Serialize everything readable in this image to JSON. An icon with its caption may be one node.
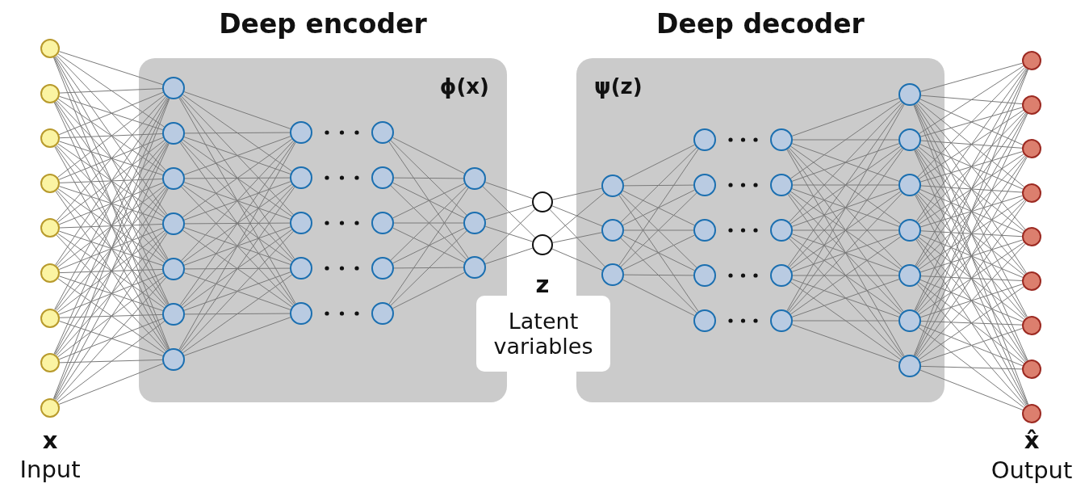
{
  "diagram": {
    "nodes": [
      {
        "text": [],
        "shape": "circle"
      },
      {
        "text": [],
        "shape": "circle"
      },
      {
        "text": [],
        "shape": "circle"
      },
      {
        "text": [],
        "shape": "circle"
      },
      {
        "text": [],
        "shape": "circle"
      },
      {
        "text": [],
        "shape": "circle"
      },
      {
        "text": [],
        "shape": "circle"
      },
      {
        "text": [],
        "shape": "circle"
      },
      {
        "text": [],
        "shape": "circle"
      },
      {
        "text": [
          "Deep encoder",
          "ϕ(x)"
        ]
      },
      {
        "text": [],
        "shape": "circle",
        "in": 9
      },
      {
        "text": [],
        "shape": "circle",
        "in": 9
      },
      {
        "text": [],
        "shape": "circle",
        "in": 9
      },
      {
        "text": [],
        "shape": "circle",
        "in": 9
      },
      {
        "text": [],
        "shape": "circle",
        "in": 9
      },
      {
        "text": [],
        "shape": "circle",
        "in": 9
      },
      {
        "text": [],
        "shape": "circle",
        "in": 9
      },
      {
        "text": [],
        "shape": "circle",
        "in": 9
      },
      {
        "text": [],
        "shape": "circle",
        "in": 9
      },
      {
        "text": [],
        "shape": "circle",
        "in": 9
      },
      {
        "text": [],
        "shape": "circle",
        "in": 9
      },
      {
        "text": [],
        "shape": "circle",
        "in": 9
      },
      {
        "text": [],
        "shape": "circle",
        "in": 9
      },
      {
        "text": [],
        "shape": "circle",
        "in": 9
      },
      {
        "text": [],
        "shape": "circle",
        "in": 9
      },
      {
        "text": [],
        "shape": "circle",
        "in": 9
      },
      {
        "text": [],
        "shape": "circle",
        "in": 9
      },
      {
        "text": [],
        "shape": "circle",
        "in": 9
      },
      {
        "text": [],
        "shape": "circle",
        "in": 9
      },
      {
        "text": [],
        "shape": "circle",
        "in": 9
      },
      {
        "text": [],
        "shape": "circle"
      },
      {
        "text": [],
        "shape": "circle"
      },
      {
        "text": [
          "Latent variables"
        ]
      },
      {
        "text": [
          "Deep decoder",
          "ψ(z)"
        ]
      },
      {
        "text": [],
        "shape": "circle",
        "in": 33
      },
      {
        "text": [],
        "shape": "circle",
        "in": 33
      },
      {
        "text": [],
        "shape": "circle",
        "in": 33
      },
      {
        "text": [],
        "shape": "circle",
        "in": 33
      },
      {
        "text": [],
        "shape": "circle",
        "in": 33
      },
      {
        "text": [],
        "shape": "circle",
        "in": 33
      },
      {
        "text": [],
        "shape": "circle",
        "in": 33
      },
      {
        "text": [],
        "shape": "circle",
        "in": 33
      },
      {
        "text": [],
        "shape": "circle",
        "in": 33
      },
      {
        "text": [],
        "shape": "circle",
        "in": 33
      },
      {
        "text": [],
        "shape": "circle",
        "in": 33
      },
      {
        "text": [],
        "shape": "circle",
        "in": 33
      },
      {
        "text": [],
        "shape": "circle",
        "in": 33
      },
      {
        "text": [],
        "shape": "circle",
        "in": 33
      },
      {
        "text": [],
        "shape": "circle",
        "in": 33
      },
      {
        "text": [],
        "shape": "circle",
        "in": 33
      },
      {
        "text": [],
        "shape": "circle",
        "in": 33
      },
      {
        "text": [],
        "shape": "circle",
        "in": 33
      },
      {
        "text": [],
        "shape": "circle",
        "in": 33
      },
      {
        "text": [],
        "shape": "circle",
        "in": 33
      },
      {
        "text": [],
        "shape": "circle"
      },
      {
        "text": [],
        "shape": "circle"
      },
      {
        "text": [],
        "shape": "circle"
      },
      {
        "text": [],
        "shape": "circle"
      },
      {
        "text": [],
        "shape": "circle"
      },
      {
        "text": [],
        "shape": "circle"
      },
      {
        "text": [],
        "shape": "circle"
      },
      {
        "text": [],
        "shape": "circle"
      },
      {
        "text": [],
        "shape": "circle"
      }
    ],
    "edges": [
      {
        "from": 0,
        "to": 10,
        "arrow": "none"
      },
      {
        "from": 0,
        "to": 11,
        "arrow": "none"
      },
      {
        "from": 0,
        "to": 12,
        "arrow": "none"
      },
      {
        "from": 0,
        "to": 13,
        "arrow": "none"
      },
      {
        "from": 0,
        "to": 14,
        "arrow": "none"
      },
      {
        "from": 0,
        "to": 15,
        "arrow": "none"
      },
      {
        "from": 0,
        "to": 16,
        "arrow": "none"
      },
      {
        "from": 1,
        "to": 10,
        "arrow": "none"
      },
      {
        "from": 1,
        "to": 11,
        "arrow": "none"
      },
      {
        "from": 1,
        "to": 12,
        "arrow": "none"
      },
      {
        "from": 1,
        "to": 13,
        "arrow": "none"
      },
      {
        "from": 1,
        "to": 14,
        "arrow": "none"
      },
      {
        "from": 1,
        "to": 15,
        "arrow": "none"
      },
      {
        "from": 1,
        "to": 16,
        "arrow": "none"
      },
      {
        "from": 2,
        "to": 10,
        "arrow": "none"
      },
      {
        "from": 2,
        "to": 11,
        "arrow": "none"
      },
      {
        "from": 2,
        "to": 12,
        "arrow": "none"
      },
      {
        "from": 2,
        "to": 13,
        "arrow": "none"
      },
      {
        "from": 2,
        "to": 14,
        "arrow": "none"
      },
      {
        "from": 2,
        "to": 15,
        "arrow": "none"
      },
      {
        "from": 2,
        "to": 16,
        "arrow": "none"
      },
      {
        "from": 3,
        "to": 10,
        "arrow": "none"
      },
      {
        "from": 3,
        "to": 11,
        "arrow": "none"
      },
      {
        "from": 3,
        "to": 12,
        "arrow": "none"
      },
      {
        "from": 3,
        "to": 13,
        "arrow": "none"
      },
      {
        "from": 3,
        "to": 14,
        "arrow": "none"
      },
      {
        "from": 3,
        "to": 15,
        "arrow": "none"
      },
      {
        "from": 3,
        "to": 16,
        "arrow": "none"
      },
      {
        "from": 4,
        "to": 10,
        "arrow": "none"
      },
      {
        "from": 4,
        "to": 11,
        "arrow": "none"
      },
      {
        "from": 4,
        "to": 12,
        "arrow": "none"
      },
      {
        "from": 4,
        "to": 13,
        "arrow": "none"
      },
      {
        "from": 4,
        "to": 14,
        "arrow": "none"
      },
      {
        "from": 4,
        "to": 15,
        "arrow": "none"
      },
      {
        "from": 4,
        "to": 16,
        "arrow": "none"
      },
      {
        "from": 5,
        "to": 10,
        "arrow": "none"
      },
      {
        "from": 5,
        "to": 11,
        "arrow": "none"
      },
      {
        "from": 5,
        "to": 12,
        "arrow": "none"
      },
      {
        "from": 5,
        "to": 13,
        "arrow": "none"
      },
      {
        "from": 5,
        "to": 14,
        "arrow": "none"
      },
      {
        "from": 5,
        "to": 15,
        "arrow": "none"
      },
      {
        "from": 5,
        "to": 16,
        "arrow": "none"
      },
      {
        "from": 6,
        "to": 10,
        "arrow": "none"
      },
      {
        "from": 6,
        "to": 11,
        "arrow": "none"
      },
      {
        "from": 6,
        "to": 12,
        "arrow": "none"
      },
      {
        "from": 6,
        "to": 13,
        "arrow": "none"
      },
      {
        "from": 6,
        "to": 14,
        "arrow": "none"
      },
      {
        "from": 6,
        "to": 15,
        "arrow": "none"
      },
      {
        "from": 6,
        "to": 16,
        "arrow": "none"
      },
      {
        "from": 7,
        "to": 10,
        "arrow": "none"
      },
      {
        "from": 7,
        "to": 11,
        "arrow": "none"
      },
      {
        "from": 7,
        "to": 12,
        "arrow": "none"
      },
      {
        "from": 7,
        "to": 13,
        "arrow": "none"
      },
      {
        "from": 7,
        "to": 14,
        "arrow": "none"
      },
      {
        "from": 7,
        "to": 15,
        "arrow": "none"
      },
      {
        "from": 7,
        "to": 16,
        "arrow": "none"
      },
      {
        "from": 8,
        "to": 10,
        "arrow": "none"
      },
      {
        "from": 8,
        "to": 11,
        "arrow": "none"
      },
      {
        "from": 8,
        "to": 12,
        "arrow": "none"
      },
      {
        "from": 8,
        "to": 13,
        "arrow": "none"
      },
      {
        "from": 8,
        "to": 14,
        "arrow": "none"
      },
      {
        "from": 8,
        "to": 15,
        "arrow": "none"
      },
      {
        "from": 8,
        "to": 16,
        "arrow": "none"
      },
      {
        "from": 10,
        "to": 17,
        "arrow": "none"
      },
      {
        "from": 10,
        "to": 18,
        "arrow": "none"
      },
      {
        "from": 10,
        "to": 19,
        "arrow": "none"
      },
      {
        "from": 10,
        "to": 20,
        "arrow": "none"
      },
      {
        "from": 10,
        "to": 21,
        "arrow": "none"
      },
      {
        "from": 11,
        "to": 17,
        "arrow": "none"
      },
      {
        "from": 11,
        "to": 18,
        "arrow": "none"
      },
      {
        "from": 11,
        "to": 19,
        "arrow": "none"
      },
      {
        "from": 11,
        "to": 20,
        "arrow": "none"
      },
      {
        "from": 11,
        "to": 21,
        "arrow": "none"
      },
      {
        "from": 12,
        "to": 17,
        "arrow": "none"
      },
      {
        "from": 12,
        "to": 18,
        "arrow": "none"
      },
      {
        "from": 12,
        "to": 19,
        "arrow": "none"
      },
      {
        "from": 12,
        "to": 20,
        "arrow": "none"
      },
      {
        "from": 12,
        "to": 21,
        "arrow": "none"
      },
      {
        "from": 13,
        "to": 17,
        "arrow": "none"
      },
      {
        "from": 13,
        "to": 18,
        "arrow": "none"
      },
      {
        "from": 13,
        "to": 19,
        "arrow": "none"
      },
      {
        "from": 13,
        "to": 20,
        "arrow": "none"
      },
      {
        "from": 13,
        "to": 21,
        "arrow": "none"
      },
      {
        "from": 14,
        "to": 17,
        "arrow": "none"
      },
      {
        "from": 14,
        "to": 18,
        "arrow": "none"
      },
      {
        "from": 14,
        "to": 19,
        "arrow": "none"
      },
      {
        "from": 14,
        "to": 20,
        "arrow": "none"
      },
      {
        "from": 14,
        "to": 21,
        "arrow": "none"
      },
      {
        "from": 15,
        "to": 17,
        "arrow": "none"
      },
      {
        "from": 15,
        "to": 18,
        "arrow": "none"
      },
      {
        "from": 15,
        "to": 19,
        "arrow": "none"
      },
      {
        "from": 15,
        "to": 20,
        "arrow": "none"
      },
      {
        "from": 15,
        "to": 21,
        "arrow": "none"
      },
      {
        "from": 16,
        "to": 17,
        "arrow": "none"
      },
      {
        "from": 16,
        "to": 18,
        "arrow": "none"
      },
      {
        "from": 16,
        "to": 19,
        "arrow": "none"
      },
      {
        "from": 16,
        "to": 20,
        "arrow": "none"
      },
      {
        "from": 16,
        "to": 21,
        "arrow": "none"
      },
      {
        "from": 22,
        "to": 27,
        "arrow": "none"
      },
      {
        "from": 22,
        "to": 28,
        "arrow": "none"
      },
      {
        "from": 22,
        "to": 29,
        "arrow": "none"
      },
      {
        "from": 23,
        "to": 27,
        "arrow": "none"
      },
      {
        "from": 23,
        "to": 28,
        "arrow": "none"
      },
      {
        "from": 23,
        "to": 29,
        "arrow": "none"
      },
      {
        "from": 24,
        "to": 27,
        "arrow": "none"
      },
      {
        "from": 24,
        "to": 28,
        "arrow": "none"
      },
      {
        "from": 24,
        "to": 29,
        "arrow": "none"
      },
      {
        "from": 25,
        "to": 27,
        "arrow": "none"
      },
      {
        "from": 25,
        "to": 28,
        "arrow": "none"
      },
      {
        "from": 25,
        "to": 29,
        "arrow": "none"
      },
      {
        "from": 26,
        "to": 27,
        "arrow": "none"
      },
      {
        "from": 26,
        "to": 28,
        "arrow": "none"
      },
      {
        "from": 26,
        "to": 29,
        "arrow": "none"
      },
      {
        "from": 27,
        "to": 30,
        "arrow": "none"
      },
      {
        "from": 27,
        "to": 31,
        "arrow": "none"
      },
      {
        "from": 28,
        "to": 30,
        "arrow": "none"
      },
      {
        "from": 28,
        "to": 31,
        "arrow": "none"
      },
      {
        "from": 29,
        "to": 30,
        "arrow": "none"
      },
      {
        "from": 29,
        "to": 31,
        "arrow": "none"
      },
      {
        "from": 30,
        "to": 34,
        "arrow": "none"
      },
      {
        "from": 30,
        "to": 35,
        "arrow": "none"
      },
      {
        "from": 30,
        "to": 36,
        "arrow": "none"
      },
      {
        "from": 31,
        "to": 34,
        "arrow": "none"
      },
      {
        "from": 31,
        "to": 35,
        "arrow": "none"
      },
      {
        "from": 31,
        "to": 36,
        "arrow": "none"
      },
      {
        "from": 34,
        "to": 37,
        "arrow": "none"
      },
      {
        "from": 34,
        "to": 38,
        "arrow": "none"
      },
      {
        "from": 34,
        "to": 39,
        "arrow": "none"
      },
      {
        "from": 34,
        "to": 40,
        "arrow": "none"
      },
      {
        "from": 34,
        "to": 41,
        "arrow": "none"
      },
      {
        "from": 35,
        "to": 37,
        "arrow": "none"
      },
      {
        "from": 35,
        "to": 38,
        "arrow": "none"
      },
      {
        "from": 35,
        "to": 39,
        "arrow": "none"
      },
      {
        "from": 35,
        "to": 40,
        "arrow": "none"
      },
      {
        "from": 35,
        "to": 41,
        "arrow": "none"
      },
      {
        "from": 36,
        "to": 37,
        "arrow": "none"
      },
      {
        "from": 36,
        "to": 38,
        "arrow": "none"
      },
      {
        "from": 36,
        "to": 39,
        "arrow": "none"
      },
      {
        "from": 36,
        "to": 40,
        "arrow": "none"
      },
      {
        "from": 36,
        "to": 41,
        "arrow": "none"
      },
      {
        "from": 42,
        "to": 47,
        "arrow": "none"
      },
      {
        "from": 42,
        "to": 48,
        "arrow": "none"
      },
      {
        "from": 42,
        "to": 49,
        "arrow": "none"
      },
      {
        "from": 42,
        "to": 50,
        "arrow": "none"
      },
      {
        "from": 42,
        "to": 51,
        "arrow": "none"
      },
      {
        "from": 42,
        "to": 52,
        "arrow": "none"
      },
      {
        "from": 42,
        "to": 53,
        "arrow": "none"
      },
      {
        "from": 43,
        "to": 47,
        "arrow": "none"
      },
      {
        "from": 43,
        "to": 48,
        "arrow": "none"
      },
      {
        "from": 43,
        "to": 49,
        "arrow": "none"
      },
      {
        "from": 43,
        "to": 50,
        "arrow": "none"
      },
      {
        "from": 43,
        "to": 51,
        "arrow": "none"
      },
      {
        "from": 43,
        "to": 52,
        "arrow": "none"
      },
      {
        "from": 43,
        "to": 53,
        "arrow": "none"
      },
      {
        "from": 44,
        "to": 47,
        "arrow": "none"
      },
      {
        "from": 44,
        "to": 48,
        "arrow": "none"
      },
      {
        "from": 44,
        "to": 49,
        "arrow": "none"
      },
      {
        "from": 44,
        "to": 50,
        "arrow": "none"
      },
      {
        "from": 44,
        "to": 51,
        "arrow": "none"
      },
      {
        "from": 44,
        "to": 52,
        "arrow": "none"
      },
      {
        "from": 44,
        "to": 53,
        "arrow": "none"
      },
      {
        "from": 45,
        "to": 47,
        "arrow": "none"
      },
      {
        "from": 45,
        "to": 48,
        "arrow": "none"
      },
      {
        "from": 45,
        "to": 49,
        "arrow": "none"
      },
      {
        "from": 45,
        "to": 50,
        "arrow": "none"
      },
      {
        "from": 45,
        "to": 51,
        "arrow": "none"
      },
      {
        "from": 45,
        "to": 52,
        "arrow": "none"
      },
      {
        "from": 45,
        "to": 53,
        "arrow": "none"
      },
      {
        "from": 46,
        "to": 47,
        "arrow": "none"
      },
      {
        "from": 46,
        "to": 48,
        "arrow": "none"
      },
      {
        "from": 46,
        "to": 49,
        "arrow": "none"
      },
      {
        "from": 46,
        "to": 50,
        "arrow": "none"
      },
      {
        "from": 46,
        "to": 51,
        "arrow": "none"
      },
      {
        "from": 46,
        "to": 52,
        "arrow": "none"
      },
      {
        "from": 46,
        "to": 53,
        "arrow": "none"
      },
      {
        "from": 47,
        "to": 54,
        "arrow": "none"
      },
      {
        "from": 47,
        "to": 55,
        "arrow": "none"
      },
      {
        "from": 47,
        "to": 56,
        "arrow": "none"
      },
      {
        "from": 47,
        "to": 57,
        "arrow": "none"
      },
      {
        "from": 47,
        "to": 58,
        "arrow": "none"
      },
      {
        "from": 47,
        "to": 59,
        "arrow": "none"
      },
      {
        "from": 47,
        "to": 60,
        "arrow": "none"
      },
      {
        "from": 47,
        "to": 61,
        "arrow": "none"
      },
      {
        "from": 47,
        "to": 62,
        "arrow": "none"
      },
      {
        "from": 48,
        "to": 54,
        "arrow": "none"
      },
      {
        "from": 48,
        "to": 55,
        "arrow": "none"
      },
      {
        "from": 48,
        "to": 56,
        "arrow": "none"
      },
      {
        "from": 48,
        "to": 57,
        "arrow": "none"
      },
      {
        "from": 48,
        "to": 58,
        "arrow": "none"
      },
      {
        "from": 48,
        "to": 59,
        "arrow": "none"
      },
      {
        "from": 48,
        "to": 60,
        "arrow": "none"
      },
      {
        "from": 48,
        "to": 61,
        "arrow": "none"
      },
      {
        "from": 48,
        "to": 62,
        "arrow": "none"
      },
      {
        "from": 49,
        "to": 54,
        "arrow": "none"
      },
      {
        "from": 49,
        "to": 55,
        "arrow": "none"
      },
      {
        "from": 49,
        "to": 56,
        "arrow": "none"
      },
      {
        "from": 49,
        "to": 57,
        "arrow": "none"
      },
      {
        "from": 49,
        "to": 58,
        "arrow": "none"
      },
      {
        "from": 49,
        "to": 59,
        "arrow": "none"
      },
      {
        "from": 49,
        "to": 60,
        "arrow": "none"
      },
      {
        "from": 49,
        "to": 61,
        "arrow": "none"
      },
      {
        "from": 49,
        "to": 62,
        "arrow": "none"
      },
      {
        "from": 50,
        "to": 54,
        "arrow": "none"
      },
      {
        "from": 50,
        "to": 55,
        "arrow": "none"
      },
      {
        "from": 50,
        "to": 56,
        "arrow": "none"
      },
      {
        "from": 50,
        "to": 57,
        "arrow": "none"
      },
      {
        "from": 50,
        "to": 58,
        "arrow": "none"
      },
      {
        "from": 50,
        "to": 59,
        "arrow": "none"
      },
      {
        "from": 50,
        "to": 60,
        "arrow": "none"
      },
      {
        "from": 50,
        "to": 61,
        "arrow": "none"
      },
      {
        "from": 50,
        "to": 62,
        "arrow": "none"
      },
      {
        "from": 51,
        "to": 54,
        "arrow": "none"
      },
      {
        "from": 51,
        "to": 55,
        "arrow": "none"
      },
      {
        "from": 51,
        "to": 56,
        "arrow": "none"
      },
      {
        "from": 51,
        "to": 57,
        "arrow": "none"
      },
      {
        "from": 51,
        "to": 58,
        "arrow": "none"
      },
      {
        "from": 51,
        "to": 59,
        "arrow": "none"
      },
      {
        "from": 51,
        "to": 60,
        "arrow": "none"
      },
      {
        "from": 51,
        "to": 61,
        "arrow": "none"
      },
      {
        "from": 51,
        "to": 62,
        "arrow": "none"
      },
      {
        "from": 52,
        "to": 54,
        "arrow": "none"
      },
      {
        "from": 52,
        "to": 55,
        "arrow": "none"
      },
      {
        "from": 52,
        "to": 56,
        "arrow": "none"
      },
      {
        "from": 52,
        "to": 57,
        "arrow": "none"
      },
      {
        "from": 52,
        "to": 58,
        "arrow": "none"
      },
      {
        "from": 52,
        "to": 59,
        "arrow": "none"
      },
      {
        "from": 52,
        "to": 60,
        "arrow": "none"
      },
      {
        "from": 52,
        "to": 61,
        "arrow": "none"
      },
      {
        "from": 52,
        "to": 62,
        "arrow": "none"
      },
      {
        "from": 53,
        "to": 54,
        "arrow": "none"
      },
      {
        "from": 53,
        "to": 55,
        "arrow": "none"
      },
      {
        "from": 53,
        "to": 56,
        "arrow": "none"
      },
      {
        "from": 53,
        "to": 57,
        "arrow": "none"
      },
      {
        "from": 53,
        "to": 58,
        "arrow": "none"
      },
      {
        "from": 53,
        "to": 59,
        "arrow": "none"
      },
      {
        "from": 53,
        "to": 60,
        "arrow": "none"
      },
      {
        "from": 53,
        "to": 61,
        "arrow": "none"
      },
      {
        "from": 53,
        "to": 62,
        "arrow": "none"
      }
    ],
    "labels": [
      "x",
      "Input",
      "z",
      "x̂",
      "Output"
    ]
  }
}
